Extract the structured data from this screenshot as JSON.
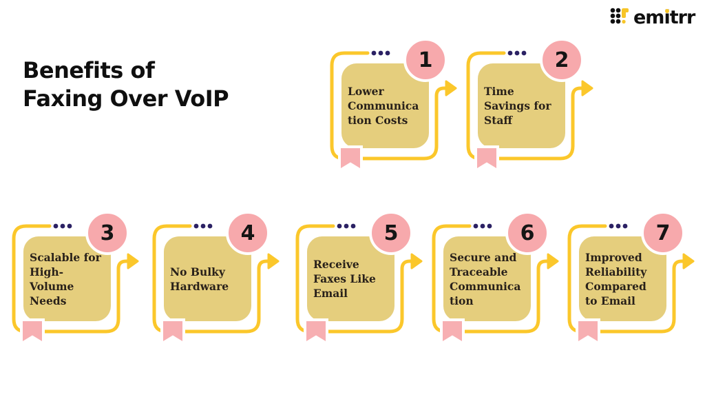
{
  "title": {
    "line1": "Benefits of",
    "line2": "Faxing Over VoIP"
  },
  "logo": {
    "brand_pre": "em",
    "brand_i": "i",
    "brand_post": "trr"
  },
  "cards": [
    {
      "number": "1",
      "label": "Lower Communication Costs"
    },
    {
      "number": "2",
      "label": "Time Savings for Staff"
    },
    {
      "number": "3",
      "label": "Scalable for High-Volume Needs"
    },
    {
      "number": "4",
      "label": "No Bulky Hardware"
    },
    {
      "number": "5",
      "label": "Receive Faxes Like Email"
    },
    {
      "number": "6",
      "label": "Secure and Traceable Communication"
    },
    {
      "number": "7",
      "label": "Improved Reliability Compared to Email"
    }
  ],
  "icons": {
    "logo_mark": "emitrr-dot-grid",
    "card_dots": "ellipsis-dots",
    "card_arrow": "arrow-right",
    "card_bookmark": "bookmark-ribbon"
  },
  "colors": {
    "accent_yellow": "#FBC72B",
    "card_fill": "#E5CE7D",
    "badge_pink": "#F7A9AC",
    "dots_navy": "#2B2164",
    "card_text": "#29211A",
    "title_black": "#0F0F0F"
  }
}
